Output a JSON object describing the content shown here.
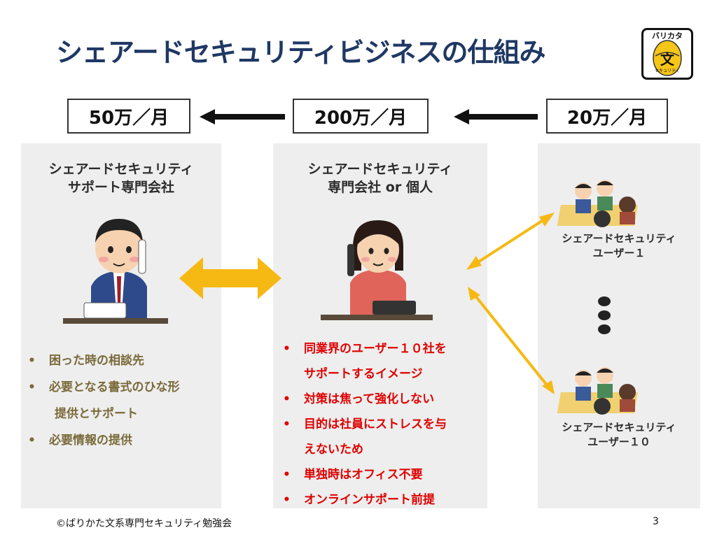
{
  "title": "シェアードセキュリティビジネスの仕組み",
  "logo": {
    "text_top": "バリカタ",
    "text_center": "文",
    "text_bottom": "セキュリティ"
  },
  "prices": {
    "left": "50万／月",
    "center": "200万／月",
    "right": "20万／月"
  },
  "left_panel": {
    "title_line1": "シェアードセキュリティ",
    "title_line2": "サポート専門会社",
    "bullets": [
      "困った時の相談先",
      "必要となる書式のひな形",
      "提供とサポート",
      "必要情報の提供"
    ]
  },
  "center_panel": {
    "title_line1": "シェアードセキュリティ",
    "title_line2": "専門会社 or 個人",
    "bullets": [
      "同業界のユーザー１０社を",
      "サポートするイメージ",
      "対策は焦って強化しない",
      "目的は社員にストレスを与",
      "えないため",
      "単独時はオフィス不要",
      "オンラインサポート前提"
    ]
  },
  "right_panel": {
    "user1_line1": "シェアードセキュリティ",
    "user1_line2": "ユーザー１",
    "user10_line1": "シェアードセキュリティ",
    "user10_line2": "ユーザー１０"
  },
  "footer": "©ばりかた文系専門セキュリティ勉強会",
  "page_number": "3",
  "colors": {
    "title": "#1f3864",
    "panel_bg": "#eeeeee",
    "arrow_yellow": "#f6b913",
    "red_text": "#e00000",
    "olive_text": "#7a6a3a"
  }
}
